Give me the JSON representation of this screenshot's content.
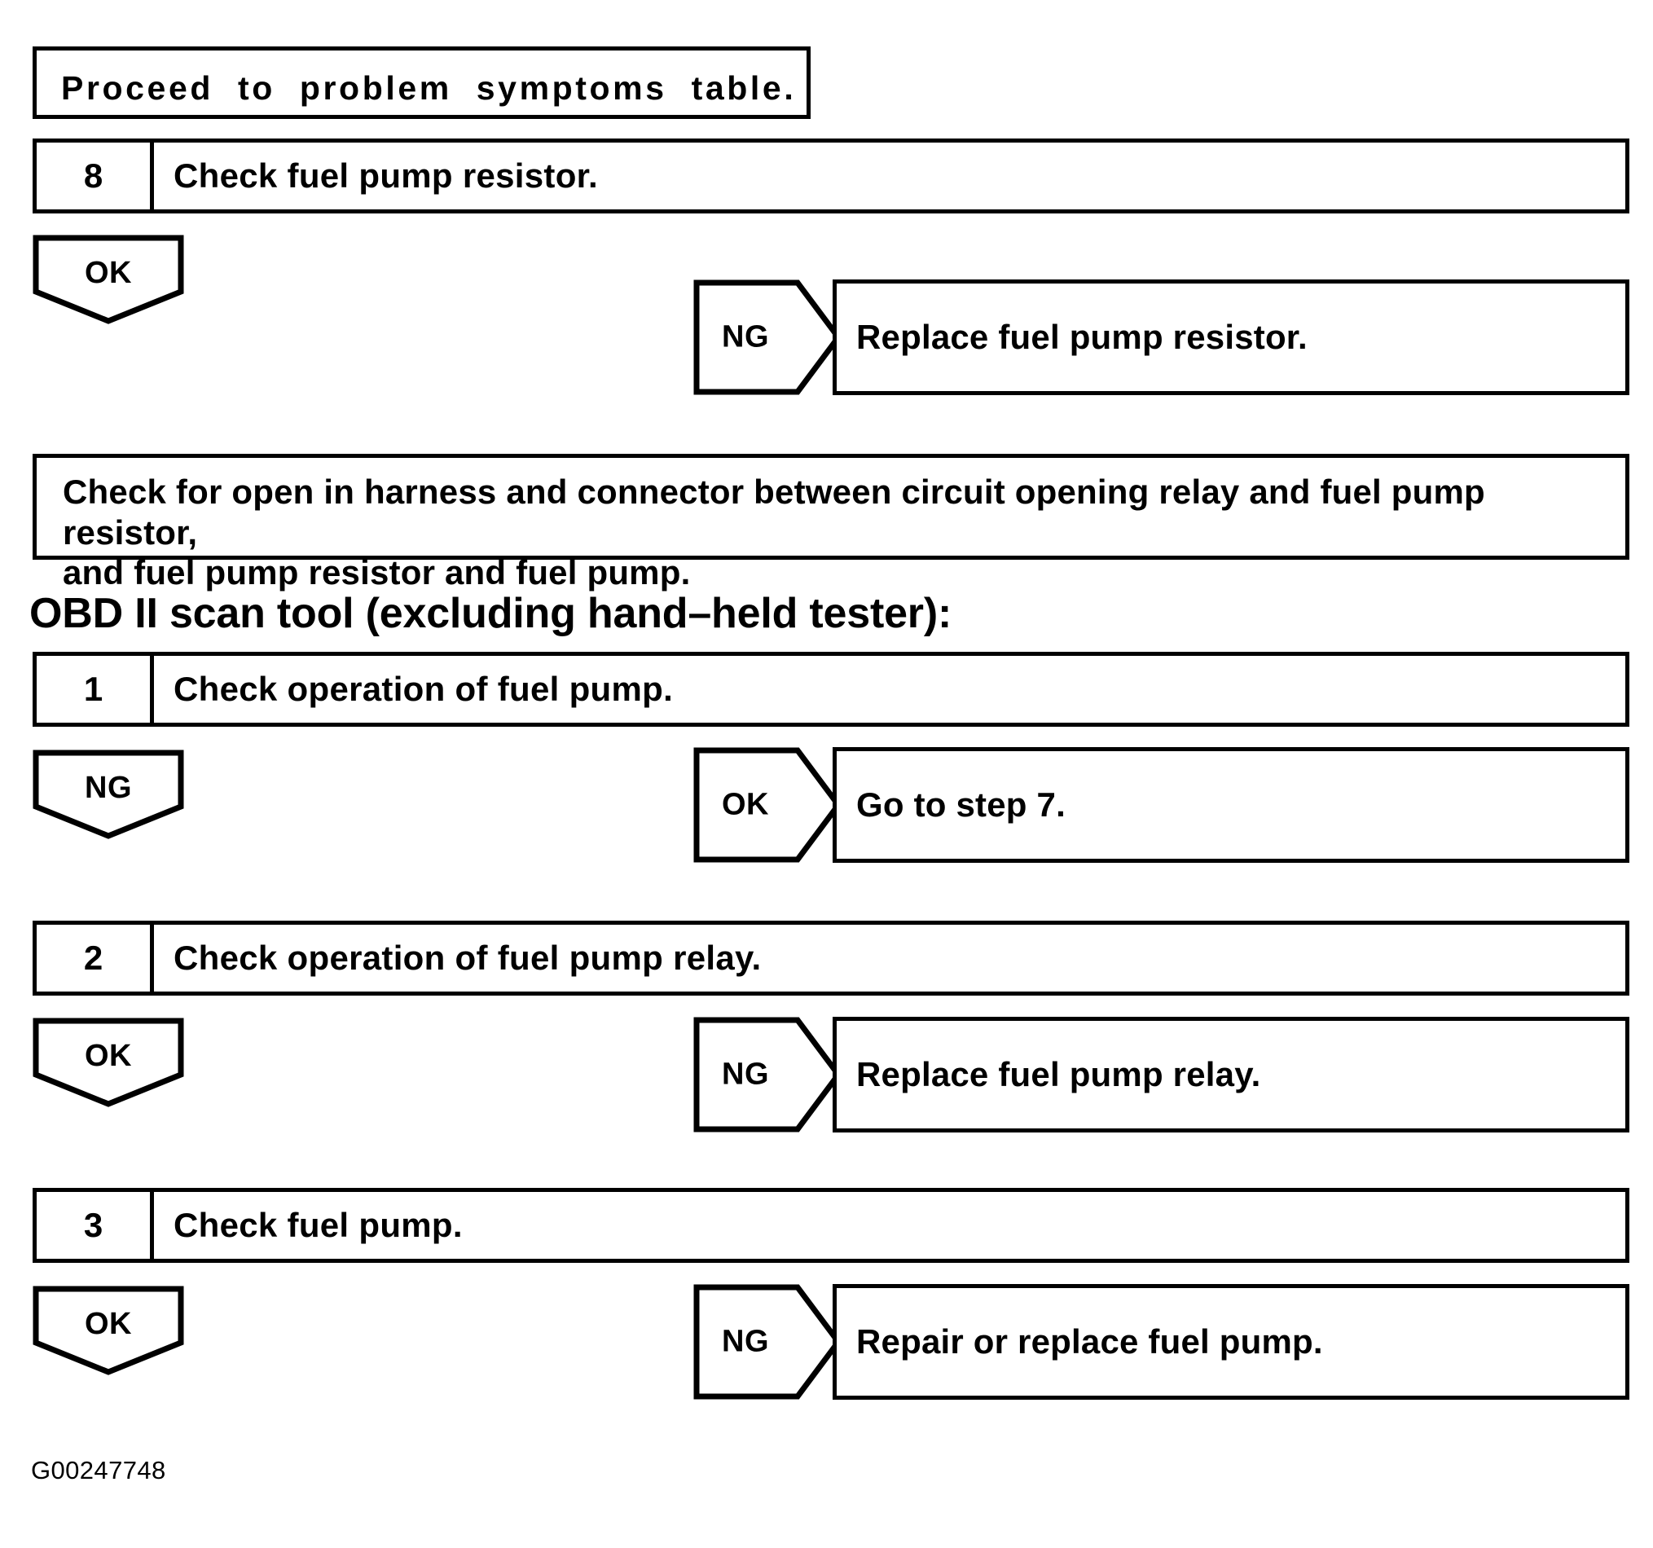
{
  "document": {
    "footer_code": "G00247748"
  },
  "top_box": {
    "text": "Proceed  to  problem  symptoms  table."
  },
  "step8": {
    "number": "8",
    "label": "Check fuel pump resistor."
  },
  "branch8": {
    "down_label": "OK",
    "right_label": "NG",
    "result": "Replace fuel pump resistor."
  },
  "harness_box": {
    "text": "Check for open in harness and connector between circuit opening relay and fuel pump resistor,\nand fuel pump resistor and fuel pump."
  },
  "section": {
    "heading": "OBD II scan tool (excluding hand–held tester):"
  },
  "step1": {
    "number": "1",
    "label": "Check operation of fuel pump."
  },
  "branch1": {
    "down_label": "NG",
    "right_label": "OK",
    "result": "Go to step 7."
  },
  "step2": {
    "number": "2",
    "label": "Check operation of fuel pump relay."
  },
  "branch2": {
    "down_label": "OK",
    "right_label": "NG",
    "result": "Replace fuel pump relay."
  },
  "step3": {
    "number": "3",
    "label": "Check fuel pump."
  },
  "branch3": {
    "down_label": "OK",
    "right_label": "NG",
    "result": "Repair or replace fuel pump."
  },
  "colors": {
    "ink": "#000000",
    "paper": "#ffffff"
  }
}
